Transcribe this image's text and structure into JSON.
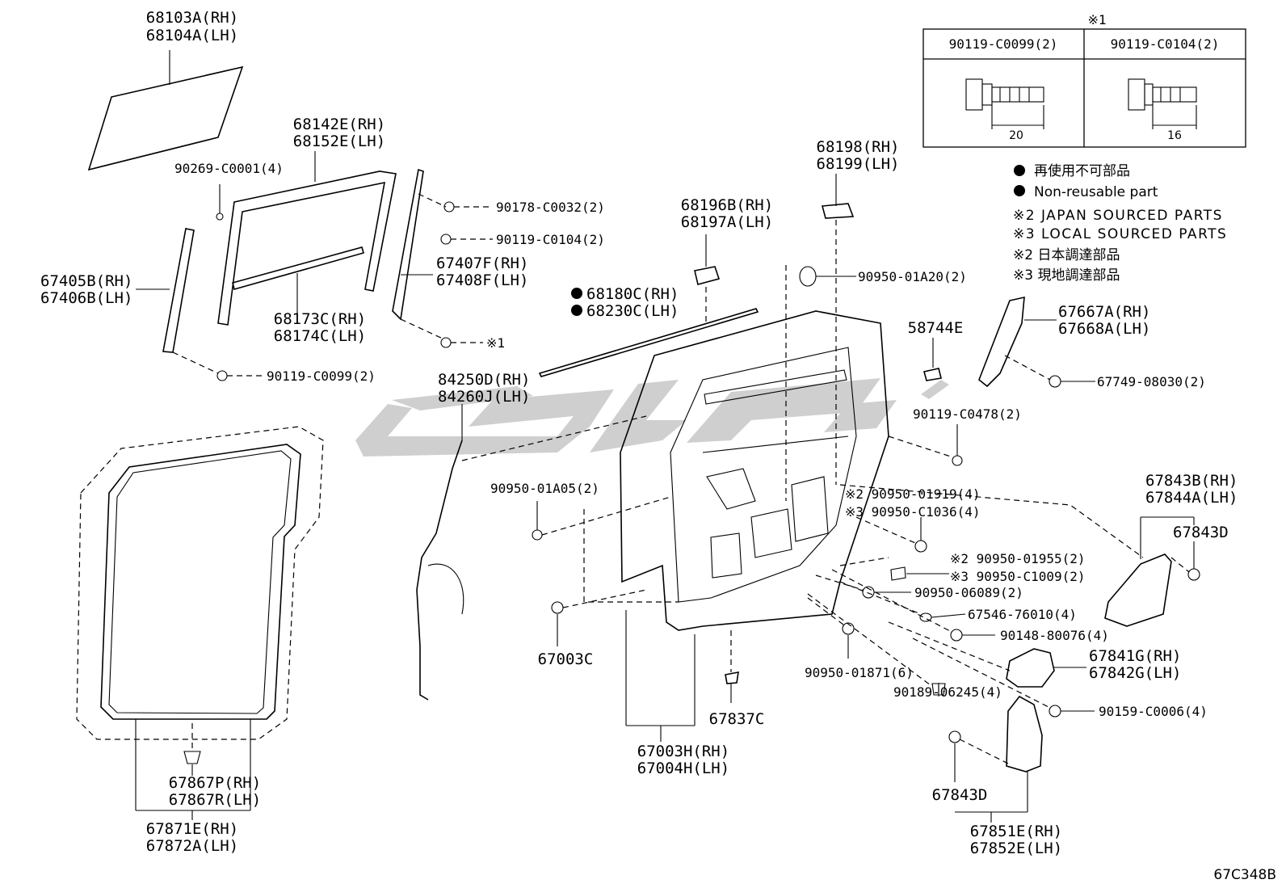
{
  "diagram_code": "67C348B",
  "watermark_text": "ᓴᓴᓴ",
  "colors": {
    "line": "#000000",
    "watermark": "#cfcfcf",
    "background": "#ffffff"
  },
  "table": {
    "note_mark": "※1",
    "headers": [
      "90119-C0099(2)",
      "90119-C0104(2)"
    ],
    "dimensions": [
      "20",
      "16"
    ]
  },
  "legend": {
    "jp_nonreusable": "再使用不可部品",
    "en_nonreusable": "Non-reusable part",
    "note2_en": "※2 JAPAN SOURCED PARTS",
    "note3_en": "※3 LOCAL SOURCED PARTS",
    "note2_jp": "※2 日本調達部品",
    "note3_jp": "※3 現地調達部品"
  },
  "labels": {
    "glass_rh": "68103A(RH)",
    "glass_lh": "68104A(LH)",
    "clip_glass": "90269-C0001(4)",
    "run_rh": "68142E(RH)",
    "run_lh": "68152E(LH)",
    "nut_32": "90178-C0032(2)",
    "bolt_104": "90119-C0104(2)",
    "frame_front_rh": "67405B(RH)",
    "frame_front_lh": "67406B(LH)",
    "frame_rear_rh": "67407F(RH)",
    "frame_rear_lh": "67408F(LH)",
    "weather_rh": "68173C(RH)",
    "weather_lh": "68174C(LH)",
    "ref1": "※1",
    "bolt_099": "90119-C0099(2)",
    "belt_rh": "68180C(RH)",
    "belt_lh": "68230C(LH)",
    "hinge_rh": "68196B(RH)",
    "hinge_lh": "68197A(LH)",
    "upper_rh": "68198(RH)",
    "upper_lh": "68199(LH)",
    "plug_a20": "90950-01A20(2)",
    "pad": "58744E",
    "cover_rh": "67667A(RH)",
    "cover_lh": "67668A(LH)",
    "screw_749": "67749-08030(2)",
    "bolt_478": "90119-C0478(2)",
    "wire_rh": "84250D(RH)",
    "wire_lh": "84260J(LH)",
    "plug_a05": "90950-01A05(2)",
    "plug_919": "※2 90950-01919(4)",
    "plug_1036": "※3 90950-C1036(4)",
    "side_cover_rh": "67843B(RH)",
    "side_cover_lh": "67844A(LH)",
    "clip_843d_a": "67843D",
    "plug_955": "※2 90950-01955(2)",
    "plug_1009": "※3 90950-C1009(2)",
    "plug_089": "90950-06089(2)",
    "cushion": "67003C",
    "seal_546": "67546-76010(4)",
    "screw_148": "90148-80076(4)",
    "cover_841_rh": "67841G(RH)",
    "cover_842_lh": "67842G(LH)",
    "plug_871": "90950-01871(6)",
    "clip_245": "90189-06245(4)",
    "screw_159": "90159-C0006(4)",
    "bracket": "67837C",
    "panel_rh": "67003H(RH)",
    "panel_lh": "67004H(LH)",
    "clip_843d_b": "67843D",
    "retainer_rh": "67867P(RH)",
    "retainer_lh": "67867R(LH)",
    "seal_rh": "67871E(RH)",
    "seal_lh": "67872A(LH)",
    "lower_rh": "67851E(RH)",
    "lower_lh": "67852E(LH)"
  }
}
